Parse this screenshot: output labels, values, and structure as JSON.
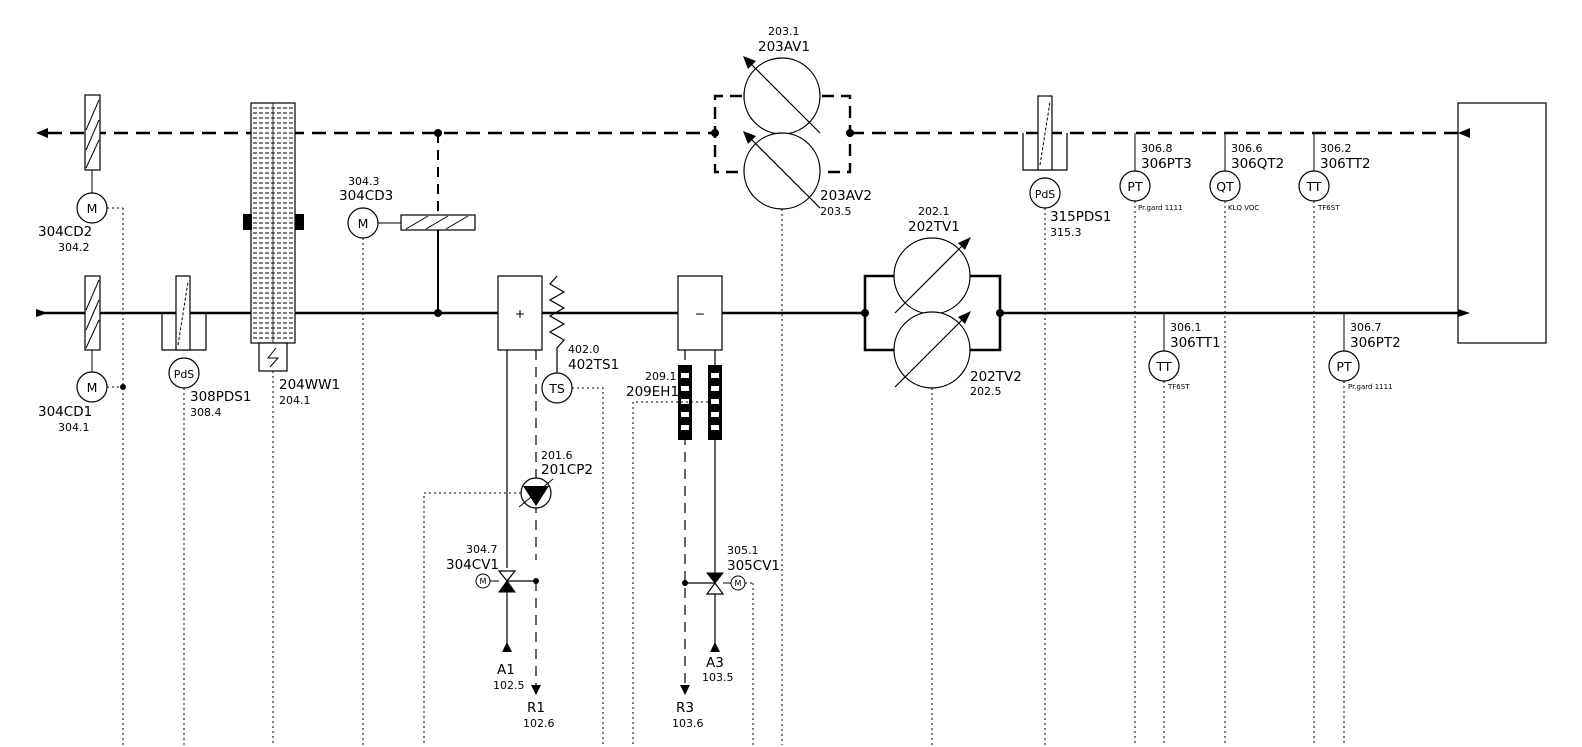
{
  "components": {
    "cd2": {
      "tag": "304CD2",
      "ref": "304.2",
      "symbol": "M"
    },
    "cd1": {
      "tag": "304CD1",
      "ref": "304.1",
      "symbol": "M"
    },
    "pds1": {
      "tag": "308PDS1",
      "ref": "308.4",
      "symbol": "PdS"
    },
    "ww1": {
      "tag": "204WW1",
      "ref": "204.1"
    },
    "cd3": {
      "tag": "304CD3",
      "ref": "304.3",
      "symbol": "M"
    },
    "heater": {
      "symbol": "+"
    },
    "ts1": {
      "tag": "402TS1",
      "ref": "402.0",
      "symbol": "TS"
    },
    "cp2": {
      "tag": "201CP2",
      "ref": "201.6"
    },
    "cv1": {
      "tag": "304CV1",
      "ref": "304.7",
      "symbol": "M"
    },
    "a1": {
      "tag": "A1",
      "ref": "102.5"
    },
    "r1": {
      "tag": "R1",
      "ref": "102.6"
    },
    "cooler": {
      "symbol": "−"
    },
    "eh1": {
      "tag": "209EH1",
      "ref": "209.1"
    },
    "cv305": {
      "tag": "305CV1",
      "ref": "305.1",
      "symbol": "M"
    },
    "a3": {
      "tag": "A3",
      "ref": "103.5"
    },
    "r3": {
      "tag": "R3",
      "ref": "103.6"
    },
    "av1": {
      "tag": "203AV1",
      "ref": "203.1"
    },
    "av2": {
      "tag": "203AV2",
      "ref": "203.5"
    },
    "tv1": {
      "tag": "202TV1",
      "ref": "202.1"
    },
    "tv2": {
      "tag": "202TV2",
      "ref": "202.5"
    },
    "pds315": {
      "tag": "315PDS1",
      "ref": "315.3",
      "symbol": "PdS"
    },
    "pt3": {
      "tag": "306PT3",
      "ref": "306.8",
      "symbol": "PT",
      "note": "Pr.gard 1111"
    },
    "qt2": {
      "tag": "306QT2",
      "ref": "306.6",
      "symbol": "QT",
      "note": "KLQ VOC"
    },
    "tt2": {
      "tag": "306TT2",
      "ref": "306.2",
      "symbol": "TT",
      "note": "TF6ST"
    },
    "tt1": {
      "tag": "306TT1",
      "ref": "306.1",
      "symbol": "TT",
      "note": "TF6ST"
    },
    "pt2": {
      "tag": "306PT2",
      "ref": "306.7",
      "symbol": "PT",
      "note": "Pr.gard 1111"
    }
  }
}
